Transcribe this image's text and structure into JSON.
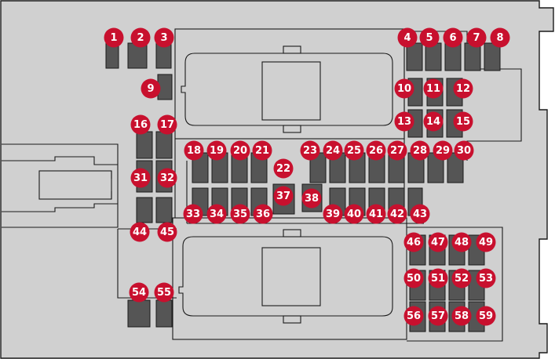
{
  "colors": {
    "housing": "#d0d0d0",
    "fuse": "#555555",
    "badge": "#c8102e",
    "line": "#1a1a1a",
    "label": "#ffffff"
  },
  "fuse_labels": [
    "1",
    "2",
    "3",
    "4",
    "5",
    "6",
    "7",
    "8",
    "9",
    "10",
    "11",
    "12",
    "13",
    "14",
    "15",
    "16",
    "17",
    "18",
    "19",
    "20",
    "21",
    "22",
    "23",
    "24",
    "25",
    "26",
    "27",
    "28",
    "29",
    "30",
    "31",
    "32",
    "33",
    "34",
    "35",
    "36",
    "37",
    "38",
    "39",
    "40",
    "41",
    "42",
    "43",
    "44",
    "45",
    "46",
    "47",
    "48",
    "49",
    "50",
    "51",
    "52",
    "53",
    "54",
    "55",
    "56",
    "57",
    "58",
    "59"
  ]
}
